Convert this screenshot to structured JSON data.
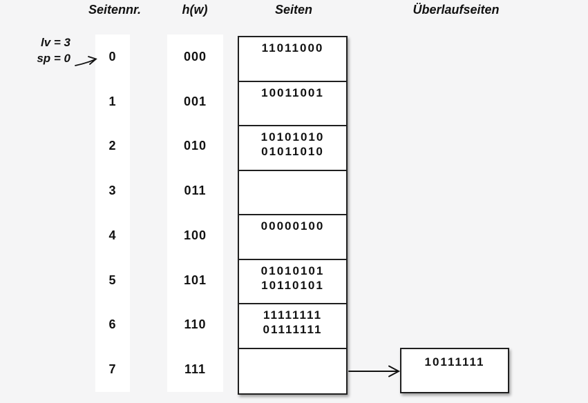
{
  "colors": {
    "background": "#f5f5f6",
    "cell_background": "#ffffff",
    "line": "#1f1f1f",
    "text": "#111111"
  },
  "headers": {
    "page_number": "Seitennr.",
    "hash_function": "h(w)",
    "pages": "Seiten",
    "overflow_pages": "Überlaufseiten"
  },
  "annotation": {
    "level": "lv = 3",
    "split_pointer": "sp = 0"
  },
  "table": {
    "rows": [
      {
        "page_no": "0",
        "hash": "000",
        "entries": [
          "11011000"
        ]
      },
      {
        "page_no": "1",
        "hash": "001",
        "entries": [
          "10011001"
        ]
      },
      {
        "page_no": "2",
        "hash": "010",
        "entries": [
          "10101010",
          "01011010"
        ]
      },
      {
        "page_no": "3",
        "hash": "011",
        "entries": []
      },
      {
        "page_no": "4",
        "hash": "100",
        "entries": [
          "00000100"
        ]
      },
      {
        "page_no": "5",
        "hash": "101",
        "entries": [
          "01010101",
          "10110101"
        ]
      },
      {
        "page_no": "6",
        "hash": "110",
        "entries": [
          "11111111",
          "01111111"
        ]
      },
      {
        "page_no": "7",
        "hash": "111",
        "entries": []
      }
    ]
  },
  "overflow": {
    "linked_page_no": "7",
    "entries": [
      "10111111"
    ]
  }
}
